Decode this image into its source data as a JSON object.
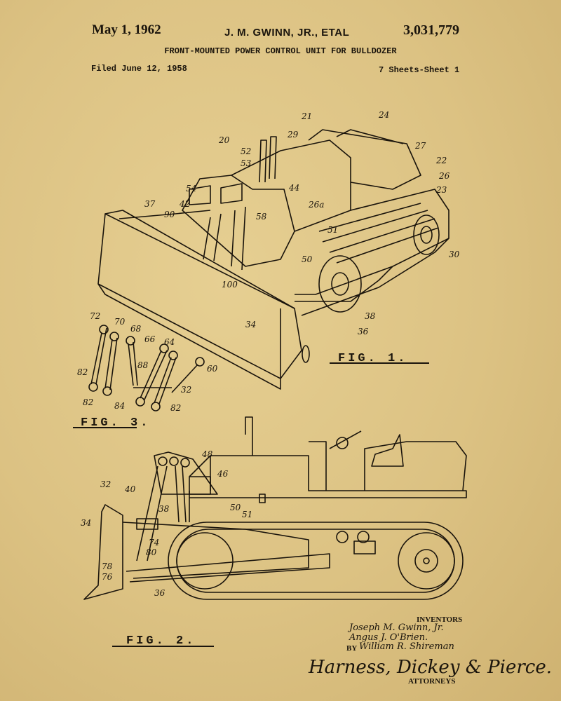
{
  "header": {
    "date": "May 1, 1962",
    "inventor": "J. M. GWINN, JR., ETAL",
    "patent_number": "3,031,779",
    "title": "FRONT-MOUNTED POWER CONTROL UNIT FOR BULLDOZER",
    "filed": "Filed June 12, 1958",
    "sheets": "7 Sheets-Sheet 1"
  },
  "figures": {
    "fig1": "FIG. 1.",
    "fig3": "FIG. 3.",
    "fig2": "FIG. 2."
  },
  "fig1_refs": [
    "21",
    "24",
    "27",
    "20",
    "52",
    "53",
    "29",
    "22",
    "26",
    "23",
    "54",
    "42",
    "37",
    "90",
    "44",
    "26a",
    "58",
    "51",
    "50",
    "30",
    "100",
    "34",
    "38",
    "36"
  ],
  "fig3_refs": [
    "72",
    "70",
    "68",
    "66",
    "64",
    "88",
    "60",
    "82",
    "82",
    "32",
    "84",
    "82"
  ],
  "fig2_refs": [
    "48",
    "46",
    "32",
    "40",
    "34",
    "38",
    "50",
    "51",
    "74",
    "78",
    "80",
    "76",
    "36"
  ],
  "signature": {
    "inventors_label": "INVENTORS",
    "inventor_1": "Joseph M. Gwinn, Jr.",
    "inventor_2": "Angus J. O'Brien.",
    "by_label": "BY",
    "inventor_3": "William R. Shireman",
    "attorneys_signature": "Harness, Dickey & Pierce.",
    "attorneys_label": "ATTORNEYS"
  },
  "colors": {
    "paper": "#dcc283",
    "ink": "#1a140c"
  }
}
